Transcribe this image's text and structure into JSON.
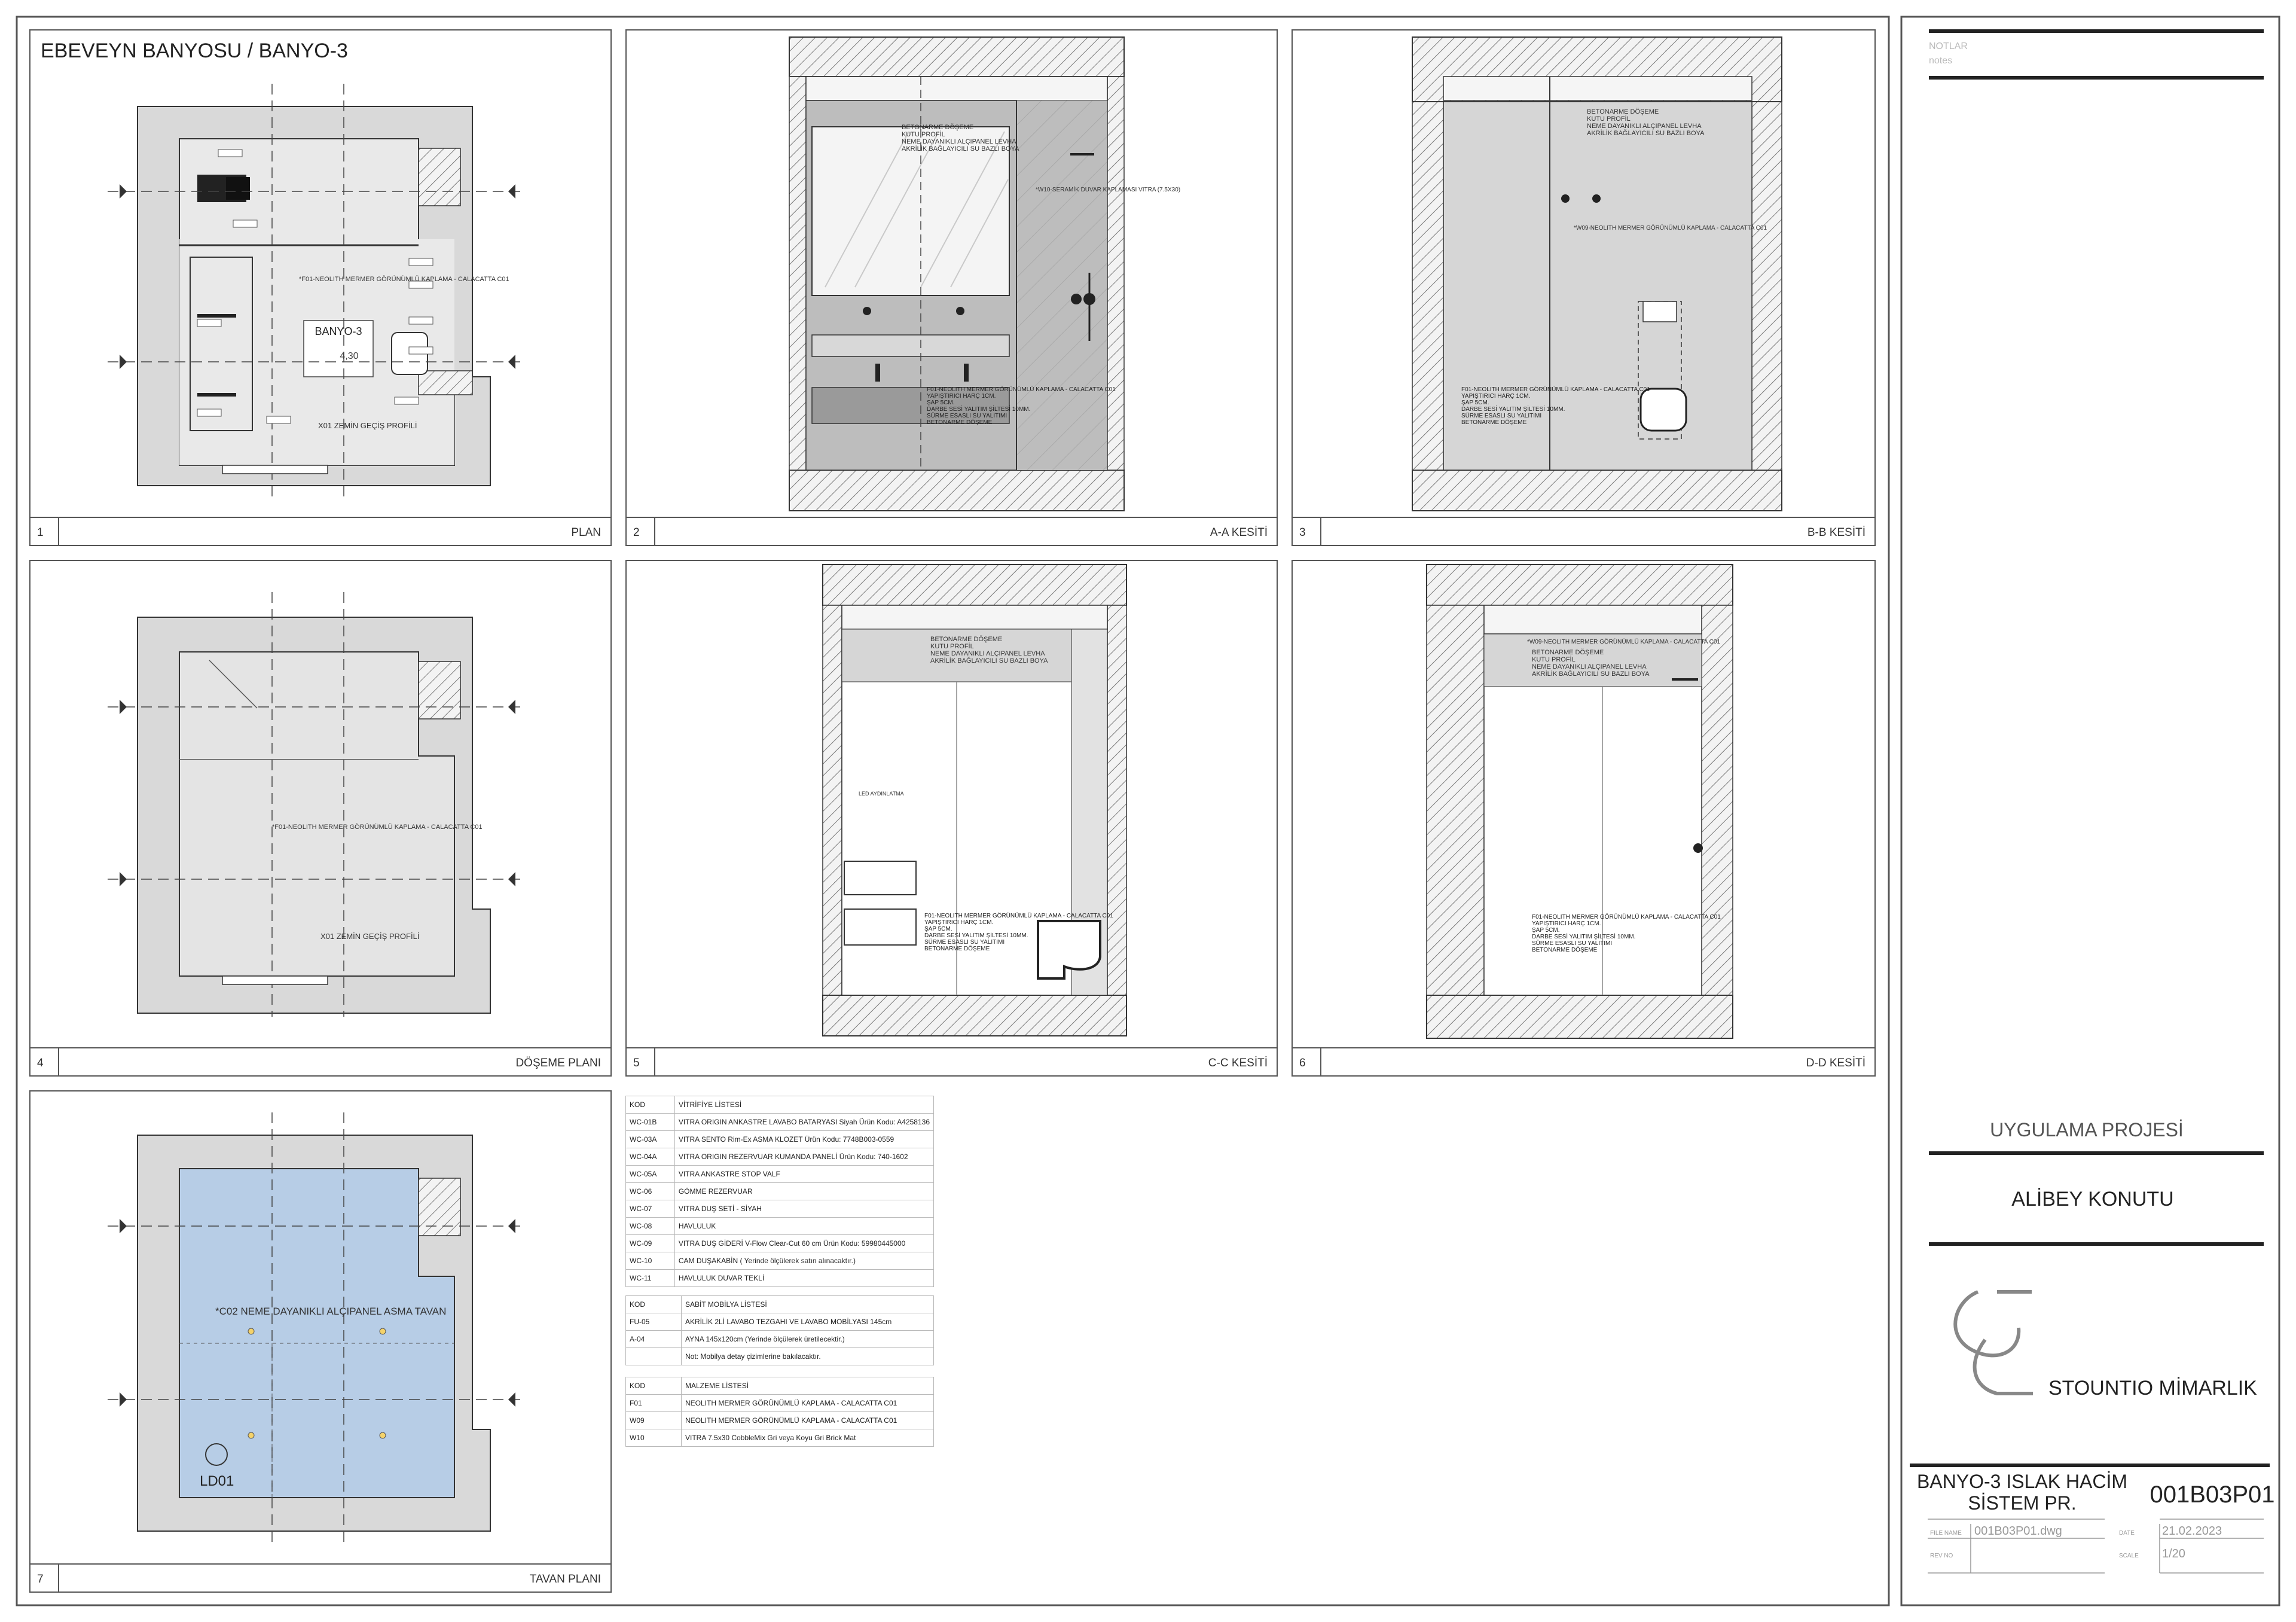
{
  "title": "EBEVEYN BANYOSU / BANYO-3",
  "panels": [
    {
      "num": "1",
      "name": "PLAN"
    },
    {
      "num": "2",
      "name": "A-A KESİTİ"
    },
    {
      "num": "3",
      "name": "B-B KESİTİ"
    },
    {
      "num": "4",
      "name": "DÖŞEME PLANI"
    },
    {
      "num": "5",
      "name": "C-C KESİTİ"
    },
    {
      "num": "6",
      "name": "D-D KESİTİ"
    },
    {
      "num": "7",
      "name": "TAVAN PLANI"
    }
  ],
  "annotations": {
    "plan_room": "BANYO-3",
    "plan_area": "4,30",
    "plan_floor_note": "*F01-NEOLITH MERMER GÖRÜNÜMLÜ KAPLAMA - CALACATTA C01",
    "plan_threshold": "X01 ZEMİN GEÇİŞ PROFİLİ",
    "floor_note": "*F01-NEOLITH MERMER GÖRÜNÜMLÜ KAPLAMA - CALACATTA C01",
    "floor_threshold": "X01 ZEMİN GEÇİŞ PROFİLİ",
    "ceiling_note": "*C02 NEME DAYANIKLI ALÇIPANEL ASMA TAVAN",
    "ceiling_light": "LD01",
    "aa_layers": [
      "BETONARME DÖŞEME",
      "KUTU PROFİL",
      "NEME DAYANIKLI ALÇIPANEL LEVHA",
      "AKRİLİK BAĞLAYICILI SU BAZLI BOYA"
    ],
    "aa_wall": "*W10-SERAMİK DUVAR KAPLAMASI VITRA (7.5X30)",
    "aa_floor": [
      "F01-NEOLITH MERMER GÖRÜNÜMLÜ KAPLAMA - CALACATTA C01",
      "YAPIŞTIRICI HARÇ 1CM.",
      "ŞAP 5CM.",
      "DARBE SESİ YALITIM ŞİLTESİ 10MM.",
      "SÜRME ESASLI SU YALITIMI",
      "BETONARME DÖŞEME"
    ],
    "bb_wall": "*W09-NEOLITH MERMER GÖRÜNÜMLÜ KAPLAMA - CALACATTA C01",
    "cc_led": "LED AYDINLATMA"
  },
  "vitrifiye": {
    "header": [
      "KOD",
      "VİTRİFİYE LİSTESİ"
    ],
    "rows": [
      [
        "WC-01B",
        "VITRA ORIGIN ANKASTRE LAVABO BATARYASI Siyah Ürün Kodu:  A4258136"
      ],
      [
        "WC-03A",
        "VITRA SENTO Rim-Ex ASMA KLOZET Ürün Kodu: 7748B003-0559"
      ],
      [
        "WC-04A",
        "VITRA ORIGIN REZERVUAR KUMANDA PANELİ Ürün Kodu:  740-1602"
      ],
      [
        "WC-05A",
        "VITRA ANKASTRE STOP VALF"
      ],
      [
        "WC-06",
        "GÖMME REZERVUAR"
      ],
      [
        "WC-07",
        "VITRA DUŞ SETİ - SİYAH"
      ],
      [
        "WC-08",
        "HAVLULUK"
      ],
      [
        "WC-09",
        "VITRA DUŞ GİDERİ V-Flow Clear-Cut 60 cm Ürün Kodu: 59980445000"
      ],
      [
        "WC-10",
        "CAM DUŞAKABİN ( Yerinde ölçülerek satın alınacaktır.)"
      ],
      [
        "WC-11",
        "HAVLULUK DUVAR TEKLİ"
      ]
    ]
  },
  "mobilya": {
    "header": [
      "KOD",
      "SABİT MOBİLYA LİSTESİ"
    ],
    "rows": [
      [
        "FU-05",
        "AKRİLİK 2Lİ LAVABO TEZGAHI VE LAVABO MOBİLYASI 145cm"
      ],
      [
        "A-04",
        "AYNA 145x120cm (Yerinde ölçülerek üretilecektir.)"
      ],
      [
        "",
        "Not: Mobilya detay çizimlerine bakılacaktır."
      ]
    ]
  },
  "malzeme": {
    "header": [
      "KOD",
      "MALZEME LİSTESİ"
    ],
    "rows": [
      [
        "F01",
        "NEOLITH MERMER GÖRÜNÜMLÜ KAPLAMA - CALACATTA C01"
      ],
      [
        "W09",
        "NEOLITH MERMER GÖRÜNÜMLÜ KAPLAMA - CALACATTA C01"
      ],
      [
        "W10",
        "VITRA 7.5x30 CobbleMix Gri veya Koyu Gri Brick Mat"
      ]
    ]
  },
  "titleblock": {
    "notes_tr": "NOTLAR",
    "notes_en": "notes",
    "project_type": "UYGULAMA PROJESİ",
    "project_name": "ALİBEY KONUTU",
    "office": "STOUNTIO MİMARLIK",
    "sheet_title_1": "BANYO-3 ISLAK HACİM",
    "sheet_title_2": "SİSTEM PR.",
    "sheet_no": "001B03P01",
    "file_label": "FILE NAME",
    "file_name": "001B03P01.dwg",
    "date_label": "DATE",
    "date": "21.02.2023",
    "rev_label": "REV NO",
    "scale_label": "SCALE",
    "scale": "1/20"
  },
  "colors": {
    "ceiling": "#b7cde6",
    "wall_fill": "#d6d6d6",
    "line": "#333333",
    "frame": "#555555"
  }
}
